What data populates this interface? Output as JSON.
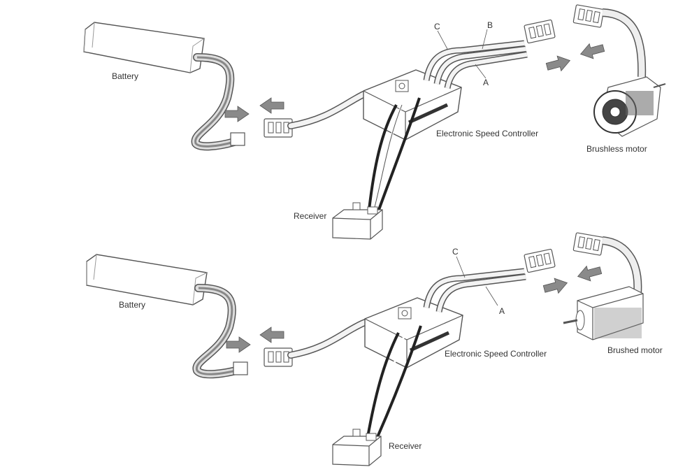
{
  "diagram": {
    "top": {
      "battery": "Battery",
      "esc": "Electronic Speed Controller",
      "motor": "Brushless motor",
      "receiver": "Receiver",
      "wire_a": "A",
      "wire_b": "B",
      "wire_c": "C"
    },
    "bottom": {
      "battery": "Battery",
      "esc": "Electronic Speed Controller",
      "motor": "Brushed motor",
      "receiver": "Receiver",
      "wire_a": "A",
      "wire_c": "C"
    },
    "colors": {
      "stroke": "#555555",
      "cable_fill": "#f3f3f3",
      "battery_lead": "#777777",
      "arrow_fill": "#8a8a8a",
      "receiver_lead": "#222222"
    }
  }
}
